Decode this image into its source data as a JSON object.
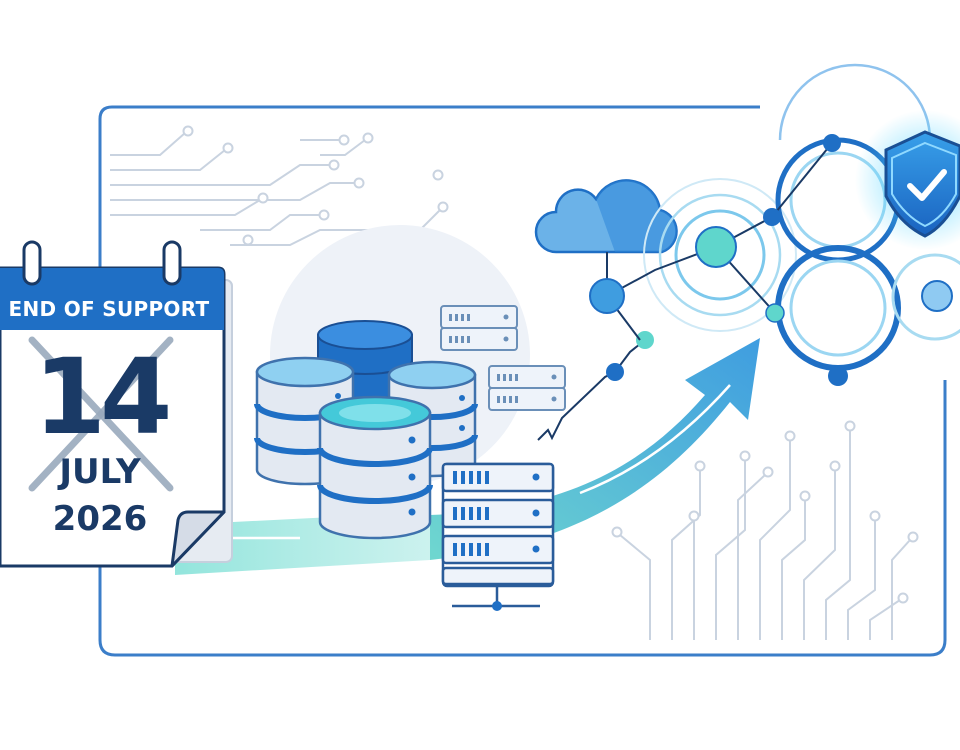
{
  "calendar": {
    "header": "END OF SUPPORT",
    "day": "14",
    "month": "JULY",
    "year": "2026"
  },
  "colors": {
    "primary_blue": "#1f6fc5",
    "dark_navy": "#1a3a66",
    "light_blue": "#8fc3ee",
    "teal": "#3cc8c0",
    "pale_bg": "#eef2f8",
    "line_gray": "#c9d3e0"
  },
  "icons": {
    "shield": "shield-check-icon",
    "cloud": "cloud-icon",
    "database": "database-icon",
    "server": "server-icon",
    "arrow": "growth-arrow-icon"
  }
}
